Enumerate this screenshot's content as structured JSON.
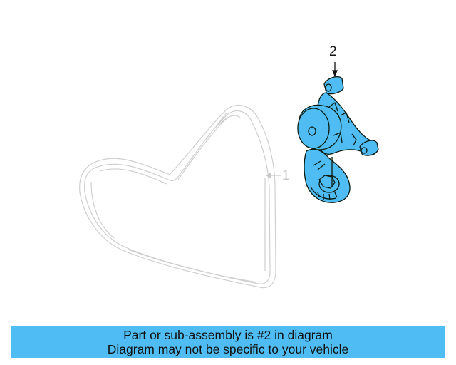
{
  "diagram": {
    "callouts": [
      {
        "number": "1",
        "part": "belt",
        "highlighted": false
      },
      {
        "number": "2",
        "part": "tensioner-assembly",
        "highlighted": true
      }
    ],
    "colors": {
      "highlight_fill": "#4fbdf3",
      "highlight_stroke": "#0a1a10",
      "ghost_stroke": "#cfcfcf",
      "banner": "#4fbdf3"
    }
  },
  "banner": {
    "line1": "Part or sub-assembly is #2 in diagram",
    "line2": "Diagram may not be specific to your vehicle"
  }
}
